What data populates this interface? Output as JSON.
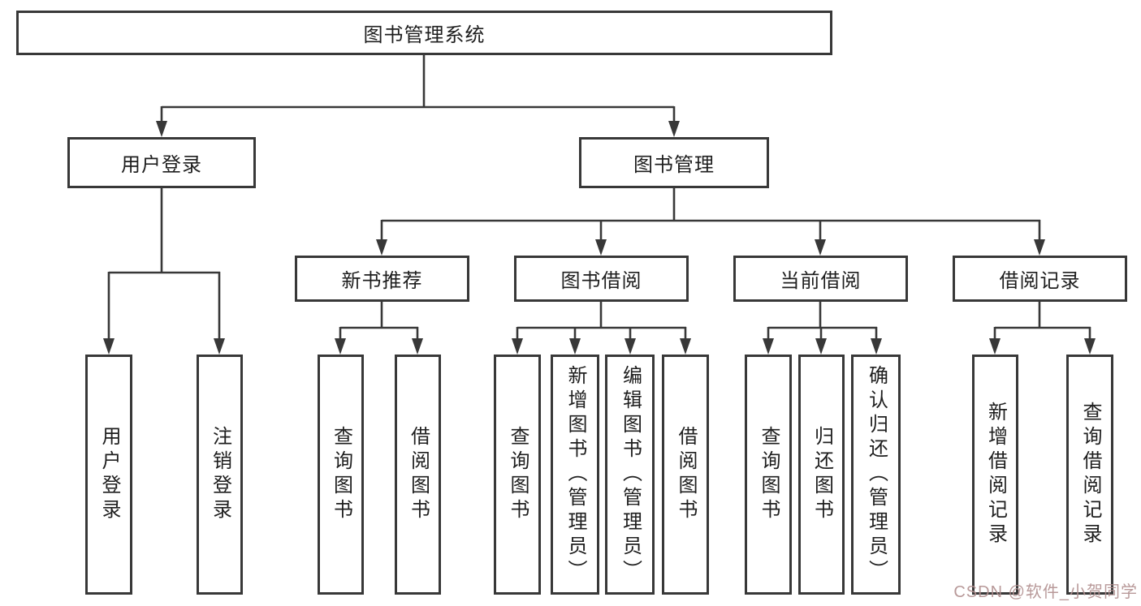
{
  "diagram": {
    "root": "图书管理系统",
    "level2": {
      "user_login": "用户登录",
      "book_mgmt": "图书管理"
    },
    "level3": {
      "new_books": "新书推荐",
      "book_borrow": "图书借阅",
      "current_borrow": "当前借阅",
      "borrow_records": "借阅记录"
    },
    "leaves": {
      "user_login": [
        "用户登录",
        "注销登录"
      ],
      "new_books": [
        "查询图书",
        "借阅图书"
      ],
      "book_borrow": [
        "查询图书",
        "新增图书（管理员）",
        "编辑图书（管理员）",
        "借阅图书"
      ],
      "current_borrow": [
        "查询图书",
        "归还图书",
        "确认归还（管理员）"
      ],
      "borrow_records": [
        "新增借阅记录",
        "查询借阅记录"
      ]
    }
  },
  "watermark": "CSDN @软件_小贺同学",
  "colors": {
    "line": "#383838",
    "box_border": "#383838",
    "text": "#1e1e1e",
    "background": "#ffffff",
    "watermark": "#b18f8f"
  }
}
